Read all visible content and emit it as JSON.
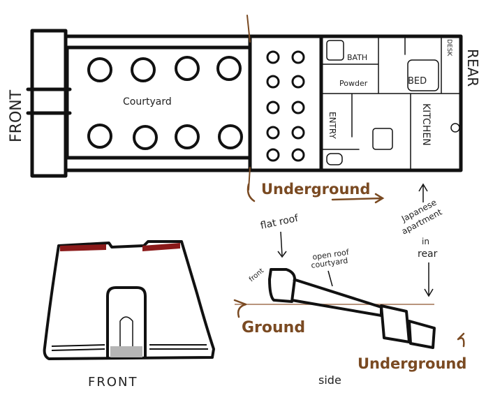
{
  "labels": {
    "front_top": "FRONT",
    "rear": "REAR",
    "courtyard": "Courtyard",
    "bath": "BATH",
    "desk": "DESK",
    "powder": "Powder",
    "bed": "BED",
    "entry": "ENTRY",
    "kitchen": "KITCHEN",
    "underground_top": "Underground",
    "flat_roof": "flat roof",
    "japanese_note_line1": "Japanese",
    "japanese_note_line2": "apartment",
    "japanese_note_line3": "in",
    "japanese_note_line4": "rear",
    "open_roof_line1": "open roof",
    "open_roof_line2": "courtyard",
    "front_side": "front",
    "ground": "Ground",
    "underground_side": "Underground",
    "front_bottom": "FRONT",
    "side": "side"
  },
  "colors": {
    "ink": "#111111",
    "brown": "#7a4a22",
    "maroon": "#8b1a1a",
    "ground_line": "#a07050"
  }
}
